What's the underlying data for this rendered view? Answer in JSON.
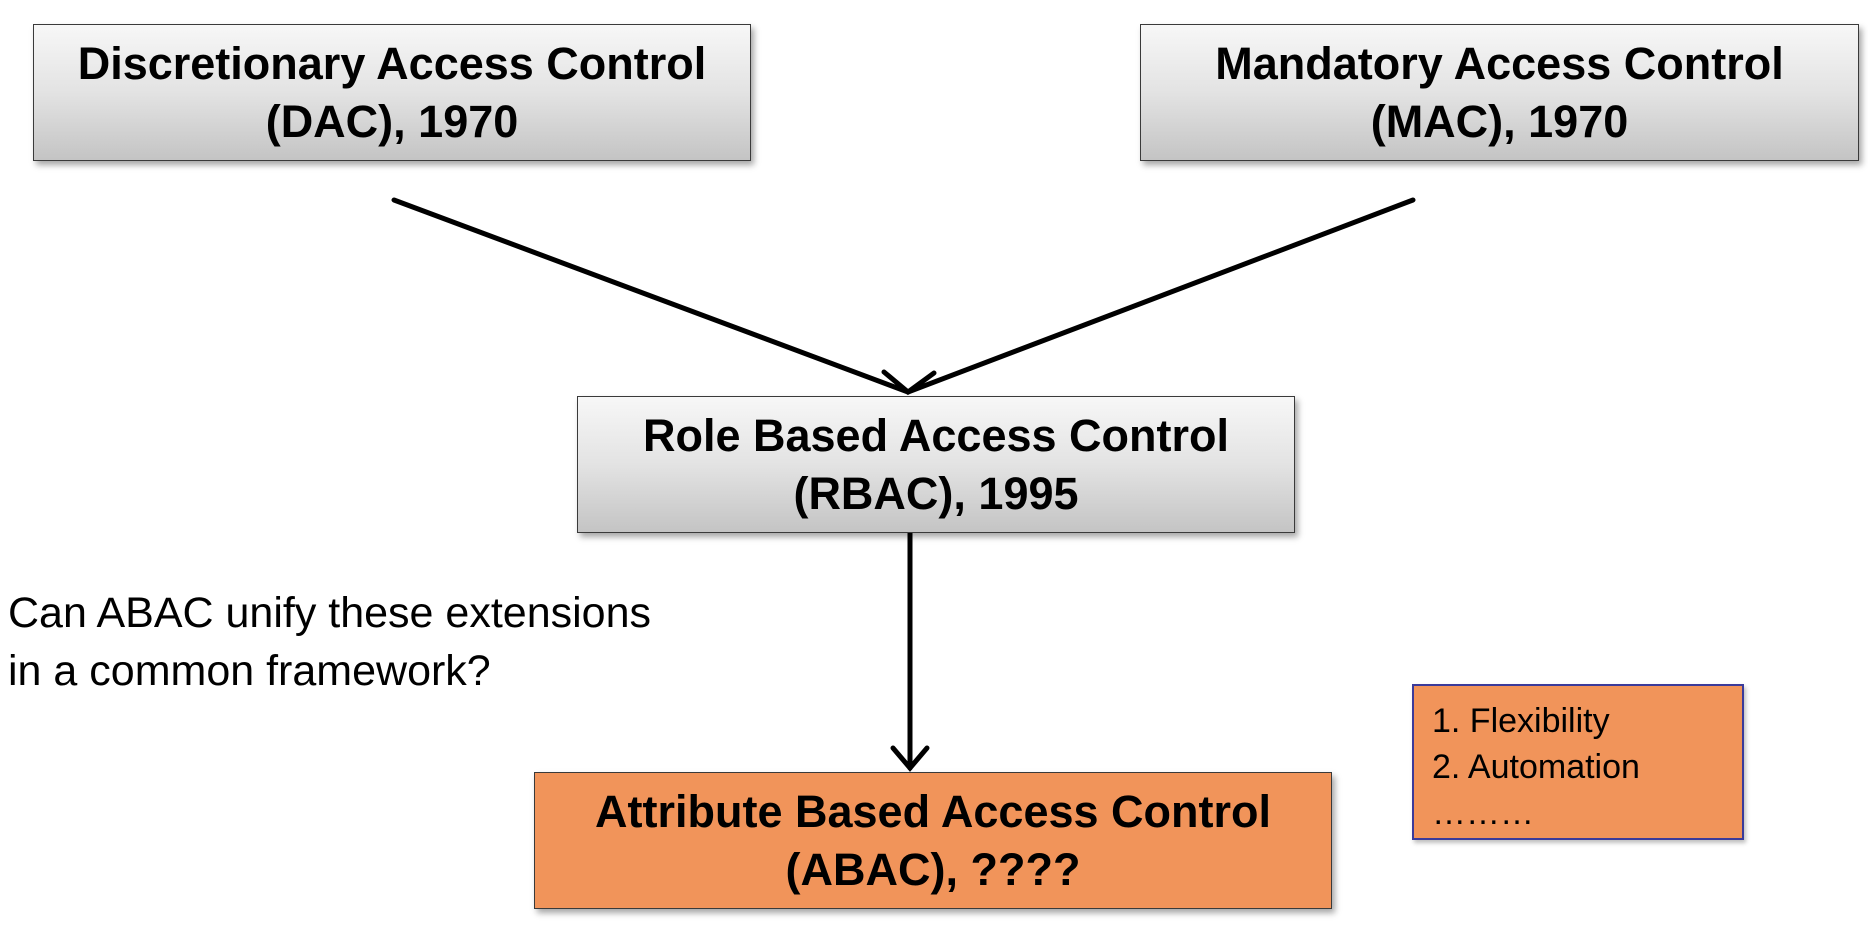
{
  "nodes": {
    "dac": {
      "line1": "Discretionary Access Control",
      "line2": "(DAC), 1970"
    },
    "mac": {
      "line1": "Mandatory Access Control",
      "line2": "(MAC), 1970"
    },
    "rbac": {
      "line1": "Role Based Access Control",
      "line2": "(RBAC), 1995"
    },
    "abac": {
      "line1": "Attribute Based Access Control",
      "line2": "(ABAC), ????"
    }
  },
  "question": {
    "line1": "Can ABAC unify these extensions",
    "line2": "in a common framework?"
  },
  "benefits": {
    "item1": "1. Flexibility",
    "item2": "2. Automation",
    "item3": "………"
  },
  "edges": [
    {
      "from": "dac",
      "to": "rbac"
    },
    {
      "from": "mac",
      "to": "rbac"
    },
    {
      "from": "rbac",
      "to": "abac"
    }
  ],
  "colors": {
    "gray_box": "#dcdcdc",
    "orange_box": "#f1945a",
    "benefits_border": "#3b3b9a",
    "arrow": "#000000"
  }
}
